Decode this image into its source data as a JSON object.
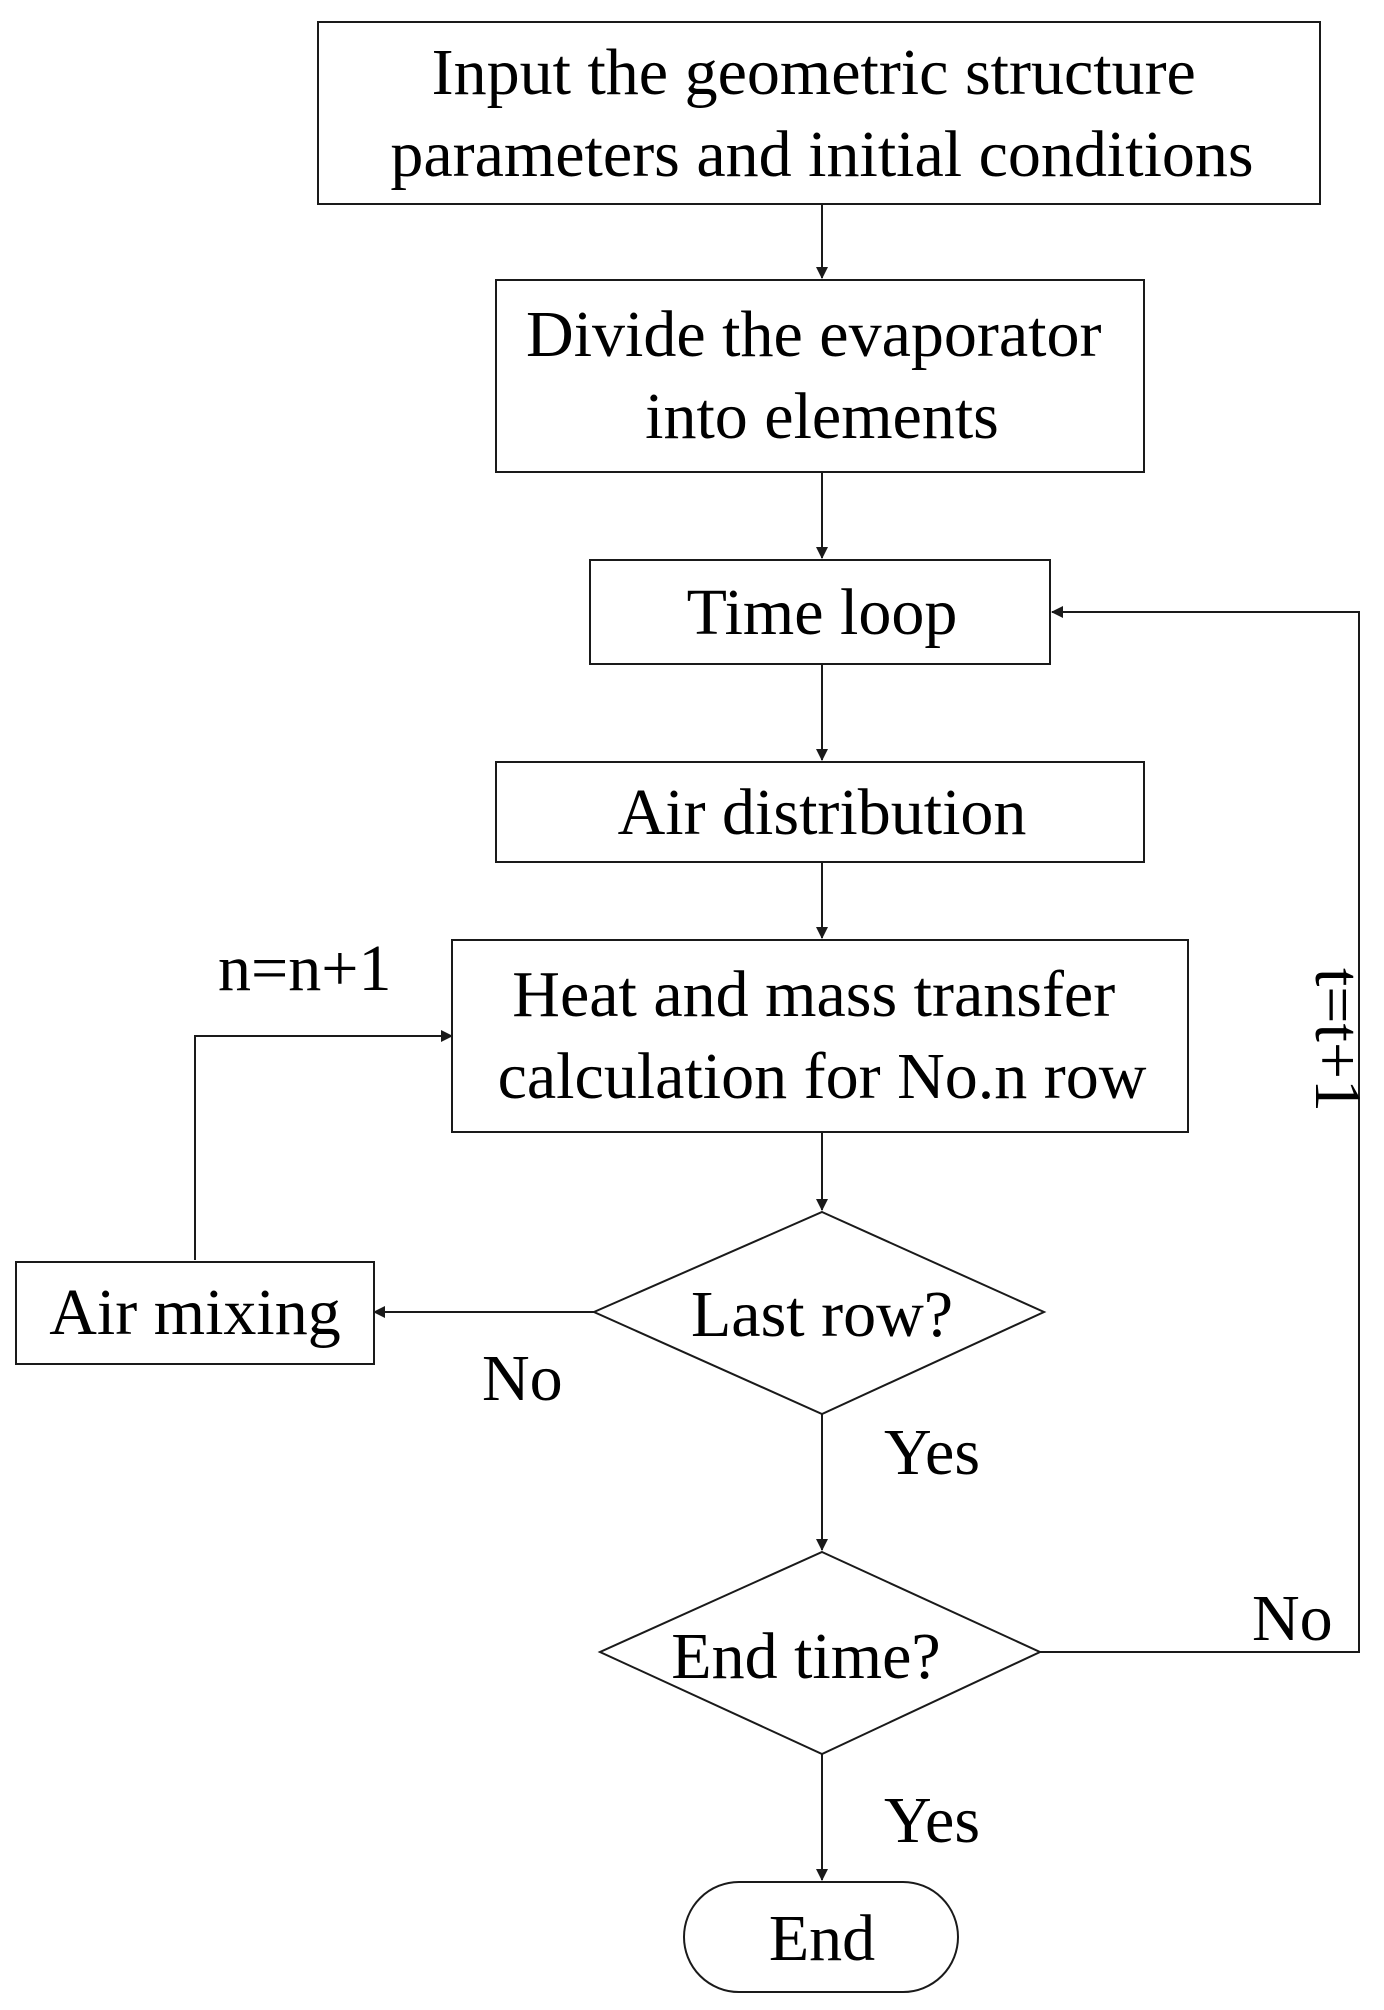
{
  "nodes": {
    "input": {
      "lines": [
        "Input the geometric structure",
        "parameters and initial conditions"
      ]
    },
    "divide": {
      "lines": [
        "Divide the evaporator",
        "into elements"
      ]
    },
    "time_loop": {
      "lines": [
        "Time loop"
      ]
    },
    "air_distribution": {
      "lines": [
        "Air distribution"
      ]
    },
    "heat_mass": {
      "lines": [
        "Heat and mass transfer",
        "calculation for No.n row"
      ]
    },
    "last_row": {
      "lines": [
        "Last row?"
      ]
    },
    "air_mixing": {
      "lines": [
        "Air mixing"
      ]
    },
    "end_time": {
      "lines": [
        "End time?"
      ]
    },
    "end": {
      "lines": [
        "End"
      ]
    }
  },
  "edge_labels": {
    "n_increment": "n=n+1",
    "t_increment": "t=t+1",
    "last_row_no": "No",
    "last_row_yes": "Yes",
    "end_time_no": "No",
    "end_time_yes": "Yes"
  },
  "colors": {
    "stroke": "#1a1a1a",
    "fill": "#ffffff",
    "text": "#000000"
  }
}
